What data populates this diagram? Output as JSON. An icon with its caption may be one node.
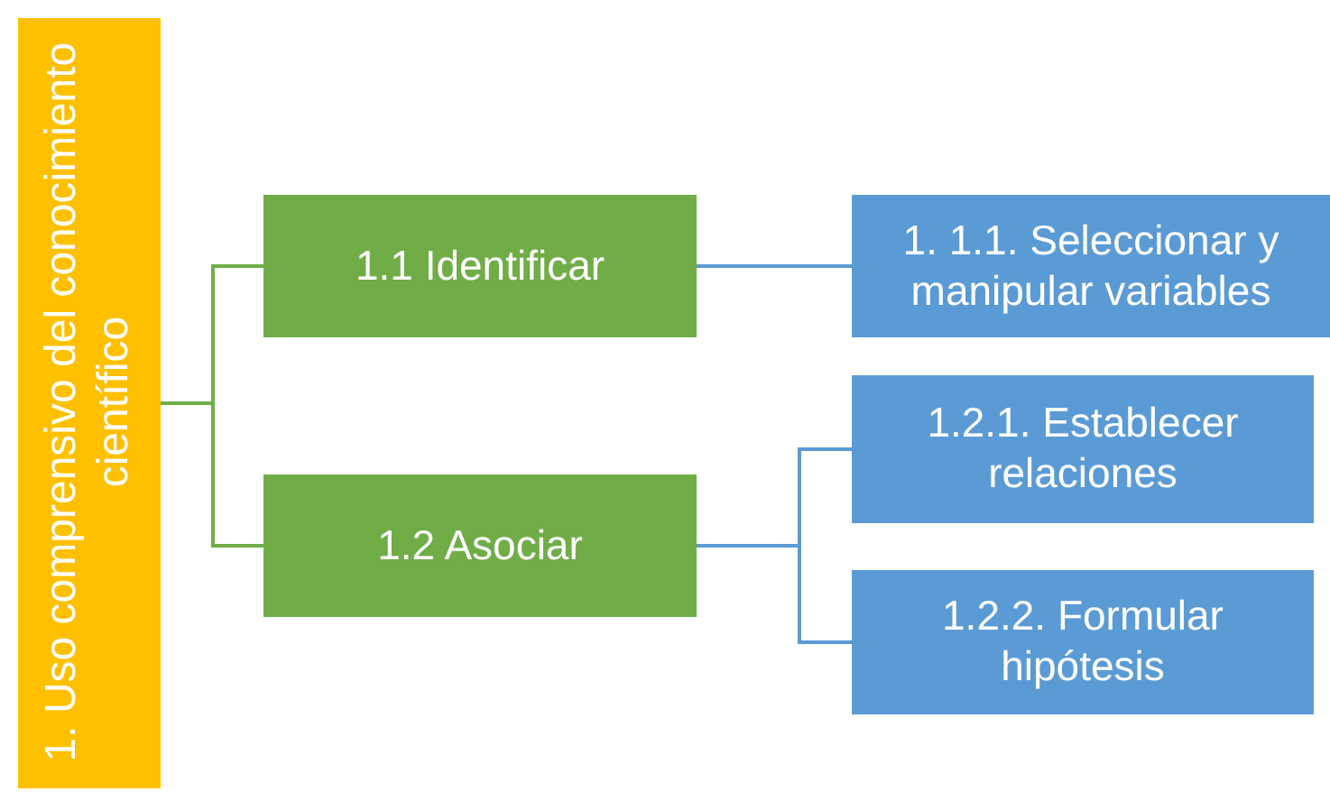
{
  "diagram": {
    "nodes": [
      {
        "text": [
          "1. Uso comprensivo del conocimiento científico"
        ]
      },
      {
        "text": [
          "1.1 Identificar"
        ]
      },
      {
        "text": [
          "1.2 Asociar"
        ]
      },
      {
        "text": [
          "1. 1.1. Seleccionar y manipular variables"
        ]
      },
      {
        "text": [
          "1.2.1. Establecer relaciones"
        ]
      },
      {
        "text": [
          "1.2.2. Formular hipótesis"
        ]
      }
    ],
    "edges": [
      {
        "from": 0,
        "to": 1,
        "arrow": "none",
        "color": "#70ad47"
      },
      {
        "from": 0,
        "to": 2,
        "arrow": "none",
        "color": "#70ad47"
      },
      {
        "from": 1,
        "to": 3,
        "arrow": "none"
      },
      {
        "from": 2,
        "to": 4,
        "arrow": "none"
      },
      {
        "from": 2,
        "to": 5,
        "arrow": "none"
      }
    ]
  }
}
